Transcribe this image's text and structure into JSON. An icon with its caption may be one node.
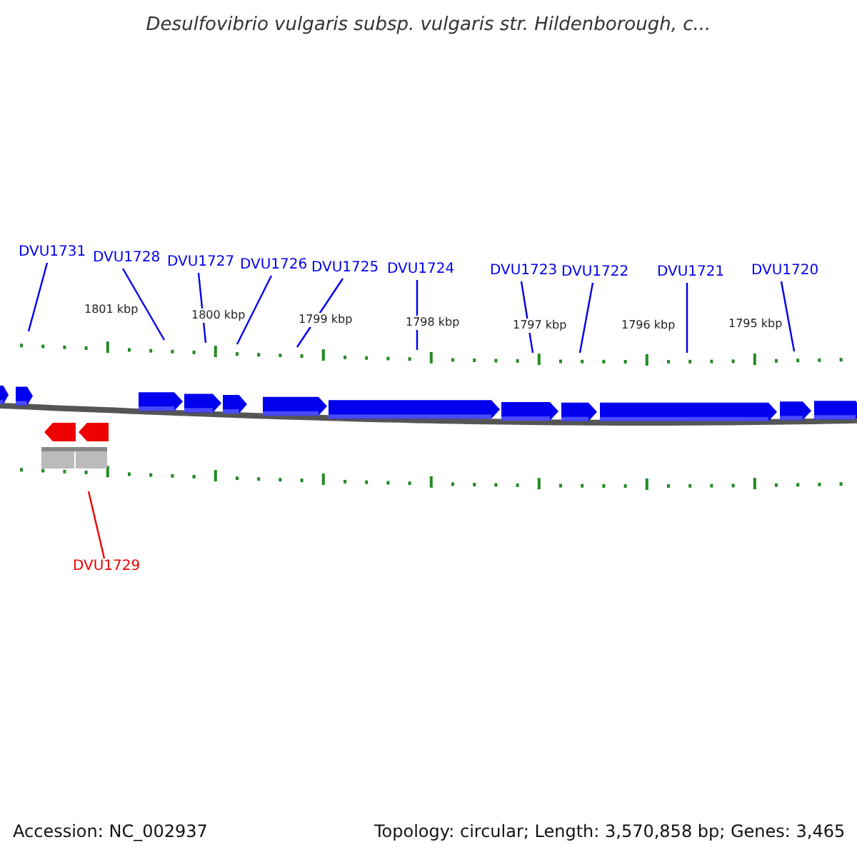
{
  "diagram": {
    "title": "Desulfovibrio vulgaris subsp. vulgaris str. Hildenborough, c...",
    "nodes": [
      {
        "text": [
          "DVU1731"
        ]
      },
      {
        "text": [
          "DVU1728"
        ]
      },
      {
        "text": [
          "DVU1727"
        ]
      },
      {
        "text": [
          "DVU1726"
        ]
      },
      {
        "text": [
          "DVU1725"
        ]
      },
      {
        "text": [
          "DVU1724"
        ]
      },
      {
        "text": [
          "DVU1723"
        ]
      },
      {
        "text": [
          "DVU1722"
        ]
      },
      {
        "text": [
          "DVU1721"
        ]
      },
      {
        "text": [
          "DVU1720"
        ]
      },
      {
        "text": [
          "DVU1729"
        ]
      }
    ],
    "edges": [
      {
        "from": 0,
        "to": null,
        "arrow": "none"
      },
      {
        "from": 1,
        "to": null,
        "arrow": "none"
      },
      {
        "from": 2,
        "to": null,
        "arrow": "none"
      },
      {
        "from": 3,
        "to": null,
        "arrow": "none"
      },
      {
        "from": 4,
        "to": null,
        "arrow": "none"
      },
      {
        "from": 5,
        "to": null,
        "arrow": "none"
      },
      {
        "from": 6,
        "to": null,
        "arrow": "none"
      },
      {
        "from": 7,
        "to": null,
        "arrow": "none"
      },
      {
        "from": 8,
        "to": null,
        "arrow": "none"
      },
      {
        "from": 9,
        "to": null,
        "arrow": "none"
      },
      {
        "from": 10,
        "to": null,
        "arrow": "none",
        "color": "#ee0000"
      }
    ],
    "labels": [
      "1801 kbp",
      "1800 kbp",
      "1799 kbp",
      "1798 kbp",
      "1797 kbp",
      "1796 kbp",
      "1795 kbp",
      "Accession: NC_002937",
      "Topology: circular; Length: 3,570,858 bp; Genes: 3,465"
    ]
  }
}
